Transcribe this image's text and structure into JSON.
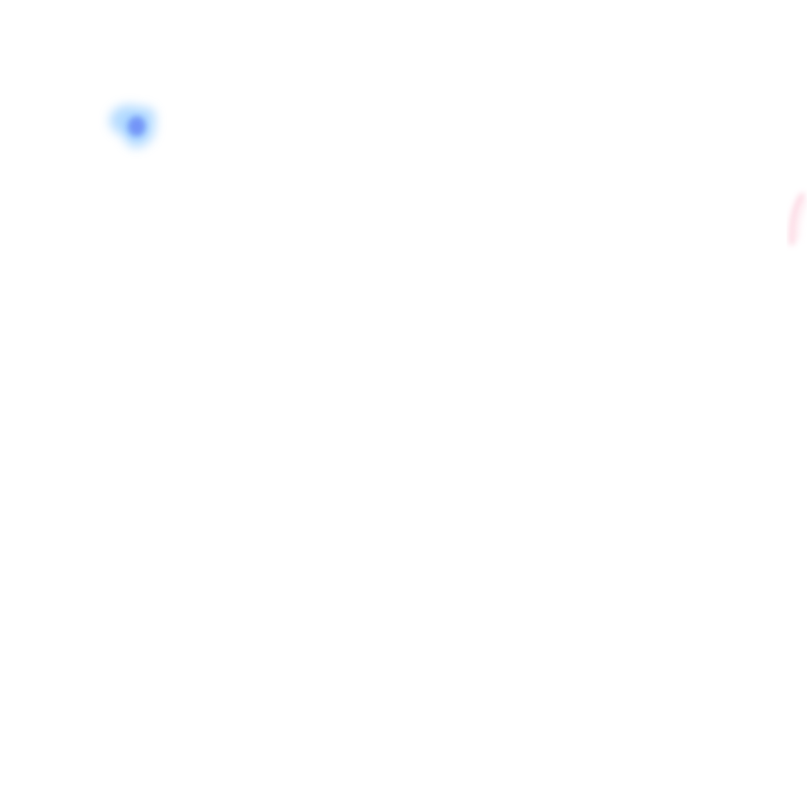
{
  "canvas": {
    "background_color": "#ffffff"
  },
  "marks": [
    {
      "name": "blue-paint-blot",
      "shape": "irregular blot",
      "colors": {
        "outer": "#9fd0ff",
        "core": "#6f8ff7"
      }
    },
    {
      "name": "pink-brush-stroke",
      "shape": "curved stroke cut off by the right edge",
      "colors": {
        "stroke": "#fbc9d8"
      }
    }
  ]
}
